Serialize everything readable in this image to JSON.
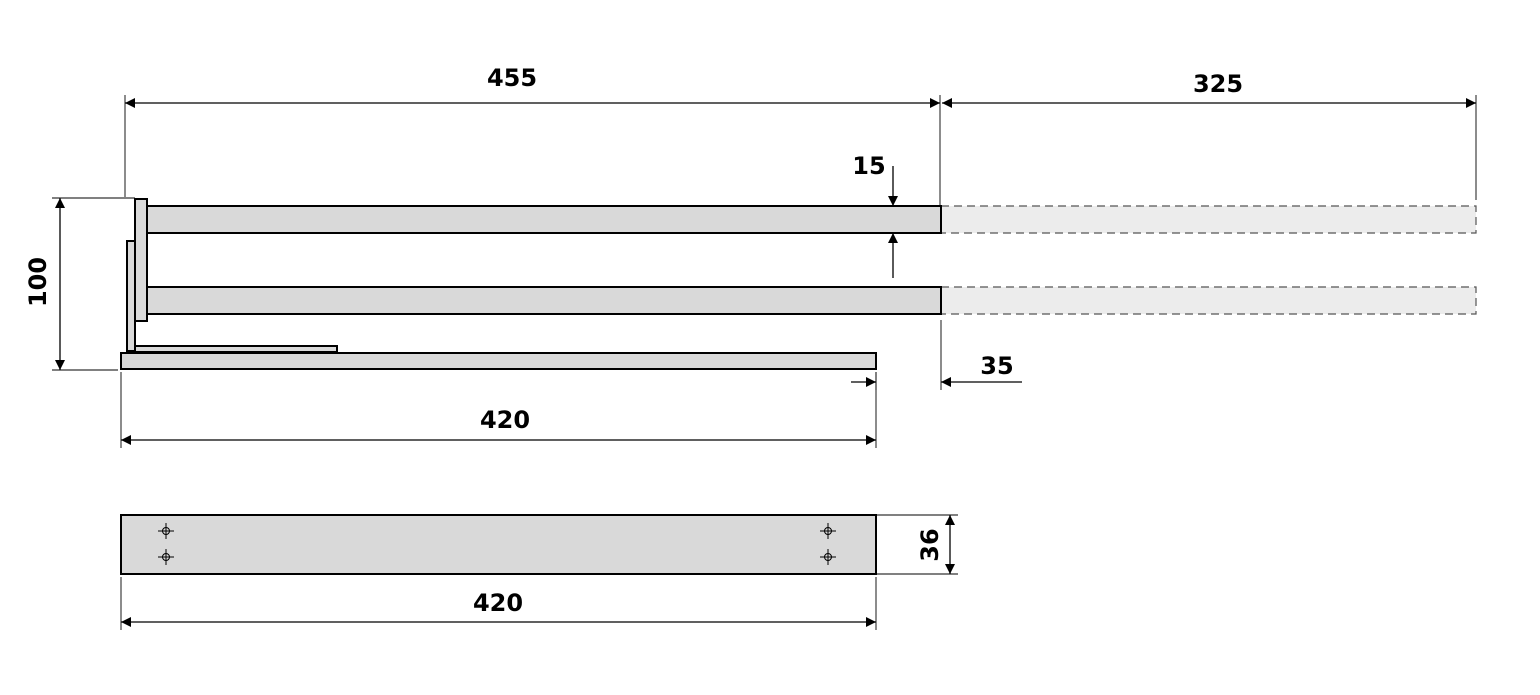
{
  "colors": {
    "part_fill": "#d9d9d9",
    "ghost_fill": "#ececec",
    "line": "#000000",
    "background": "#ffffff"
  },
  "dimensions": {
    "overall_length": "455",
    "extension": "325",
    "bar_thickness": "15",
    "height": "100",
    "setback": "35",
    "base_length": "420",
    "plate_length": "420",
    "plate_width": "36"
  }
}
